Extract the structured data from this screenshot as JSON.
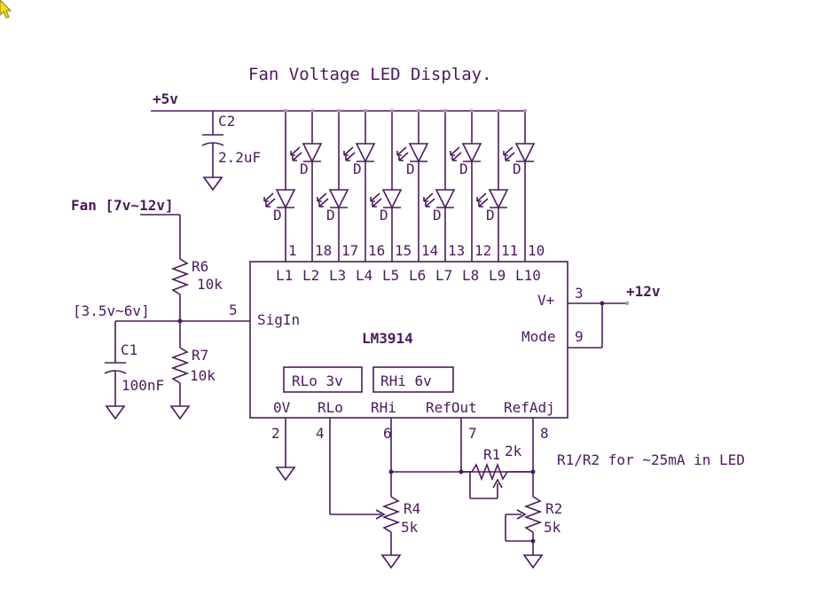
{
  "title": "Fan Voltage LED Display.",
  "rails": {
    "vcc5": "+5v",
    "vcc12": "+12v"
  },
  "fan_input": "Fan [7v~12v]",
  "divider_label": "[3.5v~6v]",
  "ic": {
    "name": "LM3914",
    "outputs": [
      "L1",
      "L2",
      "L3",
      "L4",
      "L5",
      "L6",
      "L7",
      "L8",
      "L9",
      "L10"
    ],
    "output_pins": [
      "1",
      "18",
      "17",
      "16",
      "15",
      "14",
      "13",
      "12",
      "11",
      "10"
    ],
    "sig_in": "SigIn",
    "sig_in_pin": "5",
    "vplus": "V+",
    "vplus_pin": "3",
    "mode": "Mode",
    "mode_pin": "9",
    "gnd": "0V",
    "gnd_pin": "2",
    "rlo": "RLo",
    "rlo_pin": "4",
    "rhi": "RHi",
    "rhi_pin": "6",
    "refout": "RefOut",
    "refout_pin": "7",
    "refadj": "RefAdj",
    "refadj_pin": "8",
    "rlo_box": "RLo 3v",
    "rhi_box": "RHi 6v"
  },
  "components": {
    "c2": {
      "ref": "C2",
      "value": "2.2uF"
    },
    "c1": {
      "ref": "C1",
      "value": "100nF"
    },
    "r6": {
      "ref": "R6",
      "value": "10k"
    },
    "r7": {
      "ref": "R7",
      "value": "10k"
    },
    "r1": {
      "ref": "R1",
      "value": "2k"
    },
    "r2": {
      "ref": "R2",
      "value": "5k"
    },
    "r4": {
      "ref": "R4",
      "value": "5k"
    },
    "led_ref": "D"
  },
  "note": "R1/R2 for ~25mA in LED"
}
